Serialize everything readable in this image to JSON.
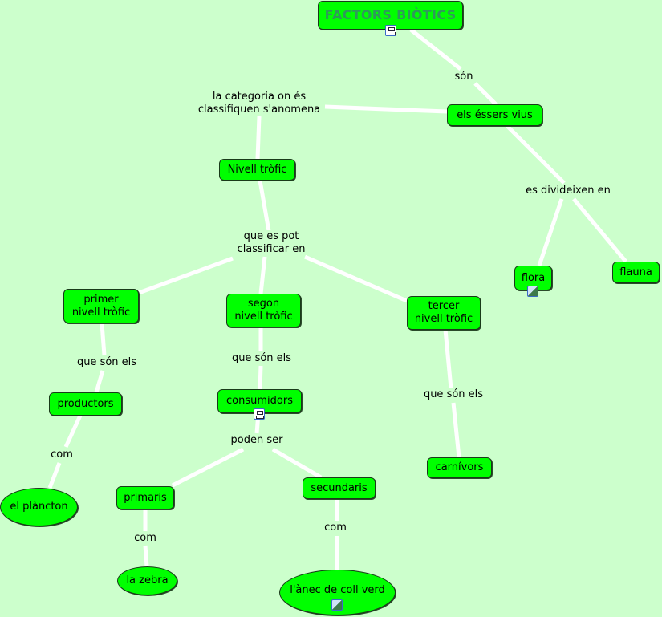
{
  "concepts": {
    "factors": "FACTORS BIÒTICS",
    "essers": "els éssers vius",
    "nivell": "Nivell tròfic",
    "primer": "primer\nnivell tròfic",
    "segon": "segon\nnivell tròfic",
    "tercer": "tercer\nnivell tròfic",
    "flora": "flora",
    "flauna": "flauna",
    "productors": "productors",
    "consumidors": "consumidors",
    "carnivors": "carnívors",
    "primaris": "primaris",
    "secundaris": "secundaris",
    "plancton": "el plàncton",
    "zebra": "la zebra",
    "anec": "l'ànec de coll verd"
  },
  "links": {
    "son": "són",
    "categoria": "la categoria on és\nclassifiquen s'anomena",
    "divideixen": "es divideixen en",
    "classificar": "que es pot\nclassificar en",
    "son_els_1": "que són els",
    "son_els_2": "que són els",
    "son_els_3": "que són els",
    "com_1": "com",
    "com_2": "com",
    "com_3": "com",
    "poden": "poden ser"
  },
  "colors": {
    "background": "#ccffcc",
    "concept": "#00ff00",
    "title_text": "#2e9a5a",
    "line": "#ffffff"
  }
}
